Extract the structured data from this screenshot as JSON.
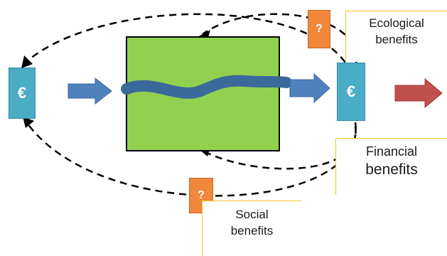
{
  "left_icon": {
    "symbol": "€",
    "icon": "euro-icon",
    "color": "#4bacc6"
  },
  "right_icon": {
    "symbol": "€",
    "icon": "euro-icon",
    "color": "#4bacc6"
  },
  "question_top": {
    "symbol": "?",
    "color": "#f0873a"
  },
  "question_bottom": {
    "symbol": "?",
    "color": "#f0873a"
  },
  "ecological": {
    "line1": "Ecological",
    "line2": "benefits"
  },
  "financial": {
    "line1": "Financial",
    "line2": "benefits"
  },
  "social": {
    "line1": "Social",
    "line2": "benefits"
  },
  "colors": {
    "land": "#92d050",
    "river": "#3a6a9a",
    "arrow_blue": "#4f81bd",
    "arrow_red": "#c0504d",
    "label_border": "#f5c02a"
  }
}
